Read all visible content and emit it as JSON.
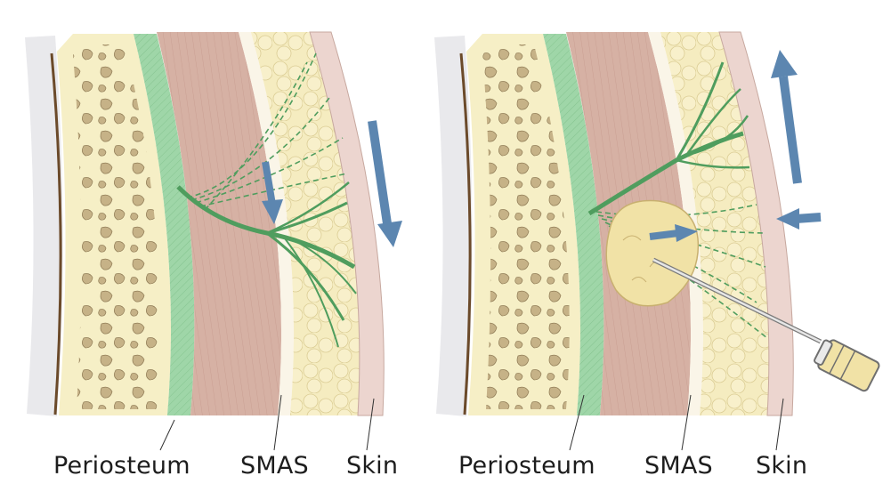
{
  "labels": {
    "left": {
      "periosteum": "Periosteum",
      "smas": "SMAS",
      "skin": "Skin"
    },
    "right": {
      "periosteum": "Periosteum",
      "smas": "SMAS",
      "skin": "Skin"
    }
  },
  "colors": {
    "bone": "#f6efc6",
    "bone_spot": "#c9b58a",
    "periosteum": "#9fd6a8",
    "muscle": "#d6b1a4",
    "fat": "#f5ecc0",
    "skin": "#ecd5cf",
    "ligament": "#4f9d5e",
    "arrow": "#5c86b0",
    "filler": "#f1e2a6"
  }
}
